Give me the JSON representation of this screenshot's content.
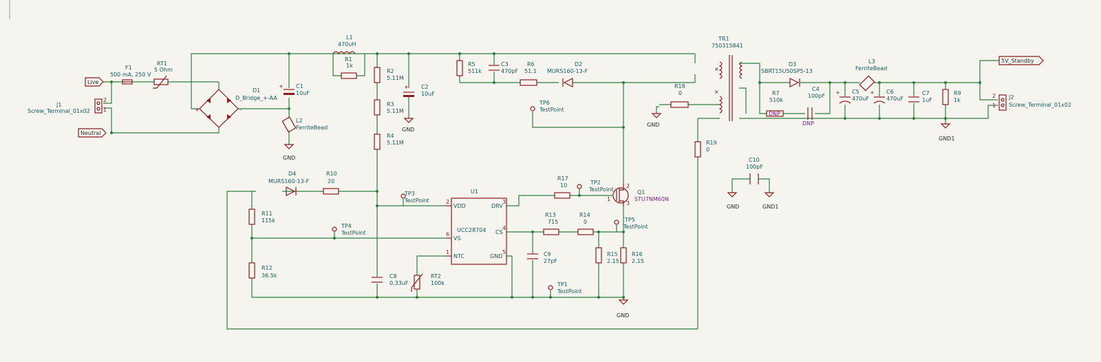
{
  "labels": {
    "live": "Live",
    "neutral": "Neutral",
    "standby": "5V_Standby"
  },
  "components": {
    "J1": {
      "ref": "J1",
      "value": "Screw_Terminal_01x02",
      "pins": [
        "2",
        "1"
      ]
    },
    "J2": {
      "ref": "J2",
      "value": "Screw_Terminal_01x02",
      "pins": [
        "2",
        "1"
      ]
    },
    "F1": {
      "ref": "F1",
      "value": "500 mA, 250 V"
    },
    "RT1": {
      "ref": "RT1",
      "value": "5 Ohm"
    },
    "D1": {
      "ref": "D1",
      "value": "D_Bridge_+-AA"
    },
    "C1": {
      "ref": "C1",
      "value": "10uF"
    },
    "L2": {
      "ref": "L2",
      "value": "FerriteBead"
    },
    "L1": {
      "ref": "L1",
      "value": "470uH"
    },
    "R1": {
      "ref": "R1",
      "value": "1k"
    },
    "R2": {
      "ref": "R2",
      "value": "5.11M"
    },
    "R3": {
      "ref": "R3",
      "value": "5.11M"
    },
    "R4": {
      "ref": "R4",
      "value": "5.11M"
    },
    "C2": {
      "ref": "C2",
      "value": "10uF"
    },
    "R5": {
      "ref": "R5",
      "value": "511k"
    },
    "C3": {
      "ref": "C3",
      "value": "470pF"
    },
    "R6": {
      "ref": "R6",
      "value": "51.1"
    },
    "D2": {
      "ref": "D2",
      "value": "MURS160-13-F"
    },
    "TR1": {
      "ref": "TR1",
      "value": "750315841"
    },
    "D3": {
      "ref": "D3",
      "value": "SBRT15U50SP5-13"
    },
    "R7": {
      "ref": "R7",
      "value": "510k"
    },
    "C4": {
      "ref": "C4",
      "value": "100pF"
    },
    "R18": {
      "ref": "R18",
      "value": "0"
    },
    "R19": {
      "ref": "R19",
      "value": "0"
    },
    "L3": {
      "ref": "L3",
      "value": "FerriteBead"
    },
    "C5": {
      "ref": "C5",
      "value": "470uF"
    },
    "C6": {
      "ref": "C6",
      "value": "470uF"
    },
    "C7": {
      "ref": "C7",
      "value": "1uF"
    },
    "R9": {
      "ref": "R9",
      "value": "1k"
    },
    "C10": {
      "ref": "C10",
      "value": "100pF"
    },
    "D4": {
      "ref": "D4",
      "value": "MURS160-13-F"
    },
    "R10": {
      "ref": "R10",
      "value": "20"
    },
    "R11": {
      "ref": "R11",
      "value": "115k"
    },
    "R12": {
      "ref": "R12",
      "value": "36.5k"
    },
    "C8": {
      "ref": "C8",
      "value": "0.33uF"
    },
    "RT2": {
      "ref": "RT2",
      "value": "100k"
    },
    "U1": {
      "ref": "U1",
      "value": "UCC28704",
      "pins": {
        "vdd": "VDD",
        "vs": "VS",
        "ntc": "NTC",
        "drv": "DRV",
        "cs": "CS",
        "gnd": "GND"
      },
      "pin_numbers": {
        "vdd": "2",
        "vs": "6",
        "ntc": "1",
        "drv": "3",
        "cs": "4",
        "gnd": "5"
      }
    },
    "R17": {
      "ref": "R17",
      "value": "10"
    },
    "R13": {
      "ref": "R13",
      "value": "715"
    },
    "R14": {
      "ref": "R14",
      "value": "0"
    },
    "C9": {
      "ref": "C9",
      "value": "27pF"
    },
    "R15": {
      "ref": "R15",
      "value": "2.15"
    },
    "R16": {
      "ref": "R16",
      "value": "2.15"
    },
    "Q1": {
      "ref": "Q1",
      "value": "STU7NM60N",
      "pins": [
        "2",
        "1",
        "3"
      ]
    }
  },
  "testpoints": {
    "TP1": {
      "ref": "TP1",
      "value": "TestPoint"
    },
    "TP2": {
      "ref": "TP2",
      "value": "TestPoint"
    },
    "TP3": {
      "ref": "TP3",
      "value": "TestPoint"
    },
    "TP4": {
      "ref": "TP4",
      "value": "TestPoint"
    },
    "TP5": {
      "ref": "TP5",
      "value": "TestPoint"
    },
    "TP6": {
      "ref": "TP6",
      "value": "TestPoint"
    }
  },
  "power": {
    "gnd": "GND",
    "gnd1": "GND1"
  },
  "dnp": "DNP",
  "colors": {
    "wire": "#2f7f3c",
    "component": "#8b1c1c",
    "text": "#145a5a",
    "background": "#f5f4ef"
  }
}
